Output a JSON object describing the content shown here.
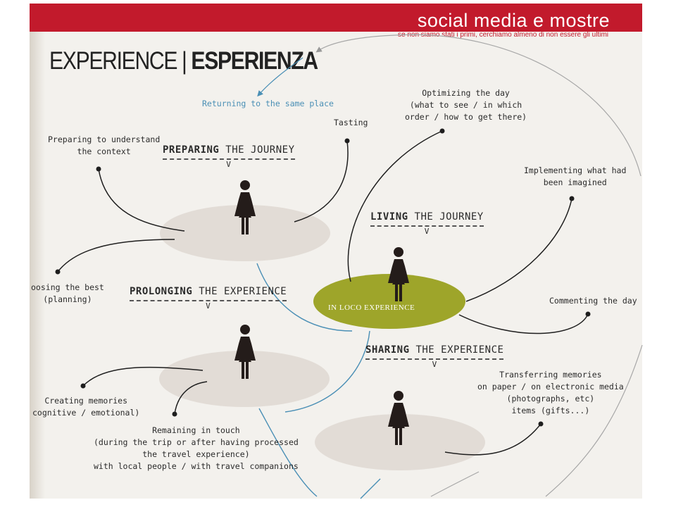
{
  "header": {
    "bar_title": "social media e mostre",
    "bar_subtitle": "se non siamo stati i primi, cerchiamo almeno di non essere gli ultimi",
    "title_thin": "EXPERIENCE",
    "title_separator": "|",
    "title_bold": "ESPERIENZA"
  },
  "stages": [
    {
      "bold": "PREPARING",
      "rest": "THE JOURNEY",
      "mark": "V"
    },
    {
      "bold": "LIVING",
      "rest": "THE JOURNEY",
      "mark": "V"
    },
    {
      "bold": "PROLONGING",
      "rest": "THE EXPERIENCE",
      "mark": "V"
    },
    {
      "bold": "SHARING",
      "rest": "THE EXPERIENCE",
      "mark": "V"
    }
  ],
  "platform_label": "IN LOCO EXPERIENCE",
  "annotations": {
    "returning": "Returning to the same place",
    "preparing_context": [
      "Preparing to understand",
      "the context"
    ],
    "tasting": "Tasting",
    "optimizing": [
      "Optimizing the day",
      "(what to see / in which",
      "order / how to get there)"
    ],
    "implementing": [
      "Implementing what had",
      "been imagined"
    ],
    "choosing": [
      "oosing the best",
      "(planning)"
    ],
    "commenting": "Commenting the day",
    "creating": [
      "Creating memories",
      "cognitive / emotional)"
    ],
    "transferring": [
      "Transferring memories",
      "on paper / on electronic media",
      "(photographs, etc)",
      "items (gifts...)"
    ],
    "remaining": [
      "Remaining in touch",
      "(during the trip or after having processed",
      "the travel experience)",
      "with local people / with travel companions"
    ]
  },
  "colors": {
    "header_red": "#c21a2c",
    "platform_grey": "#e2dcd6",
    "platform_green": "#9ea52a",
    "flow_blue": "#4a8fb5",
    "figure_dark": "#241c1a"
  },
  "icons": [
    "woman-figure-icon",
    "callout-dot-icon",
    "arrow-head-icon"
  ]
}
